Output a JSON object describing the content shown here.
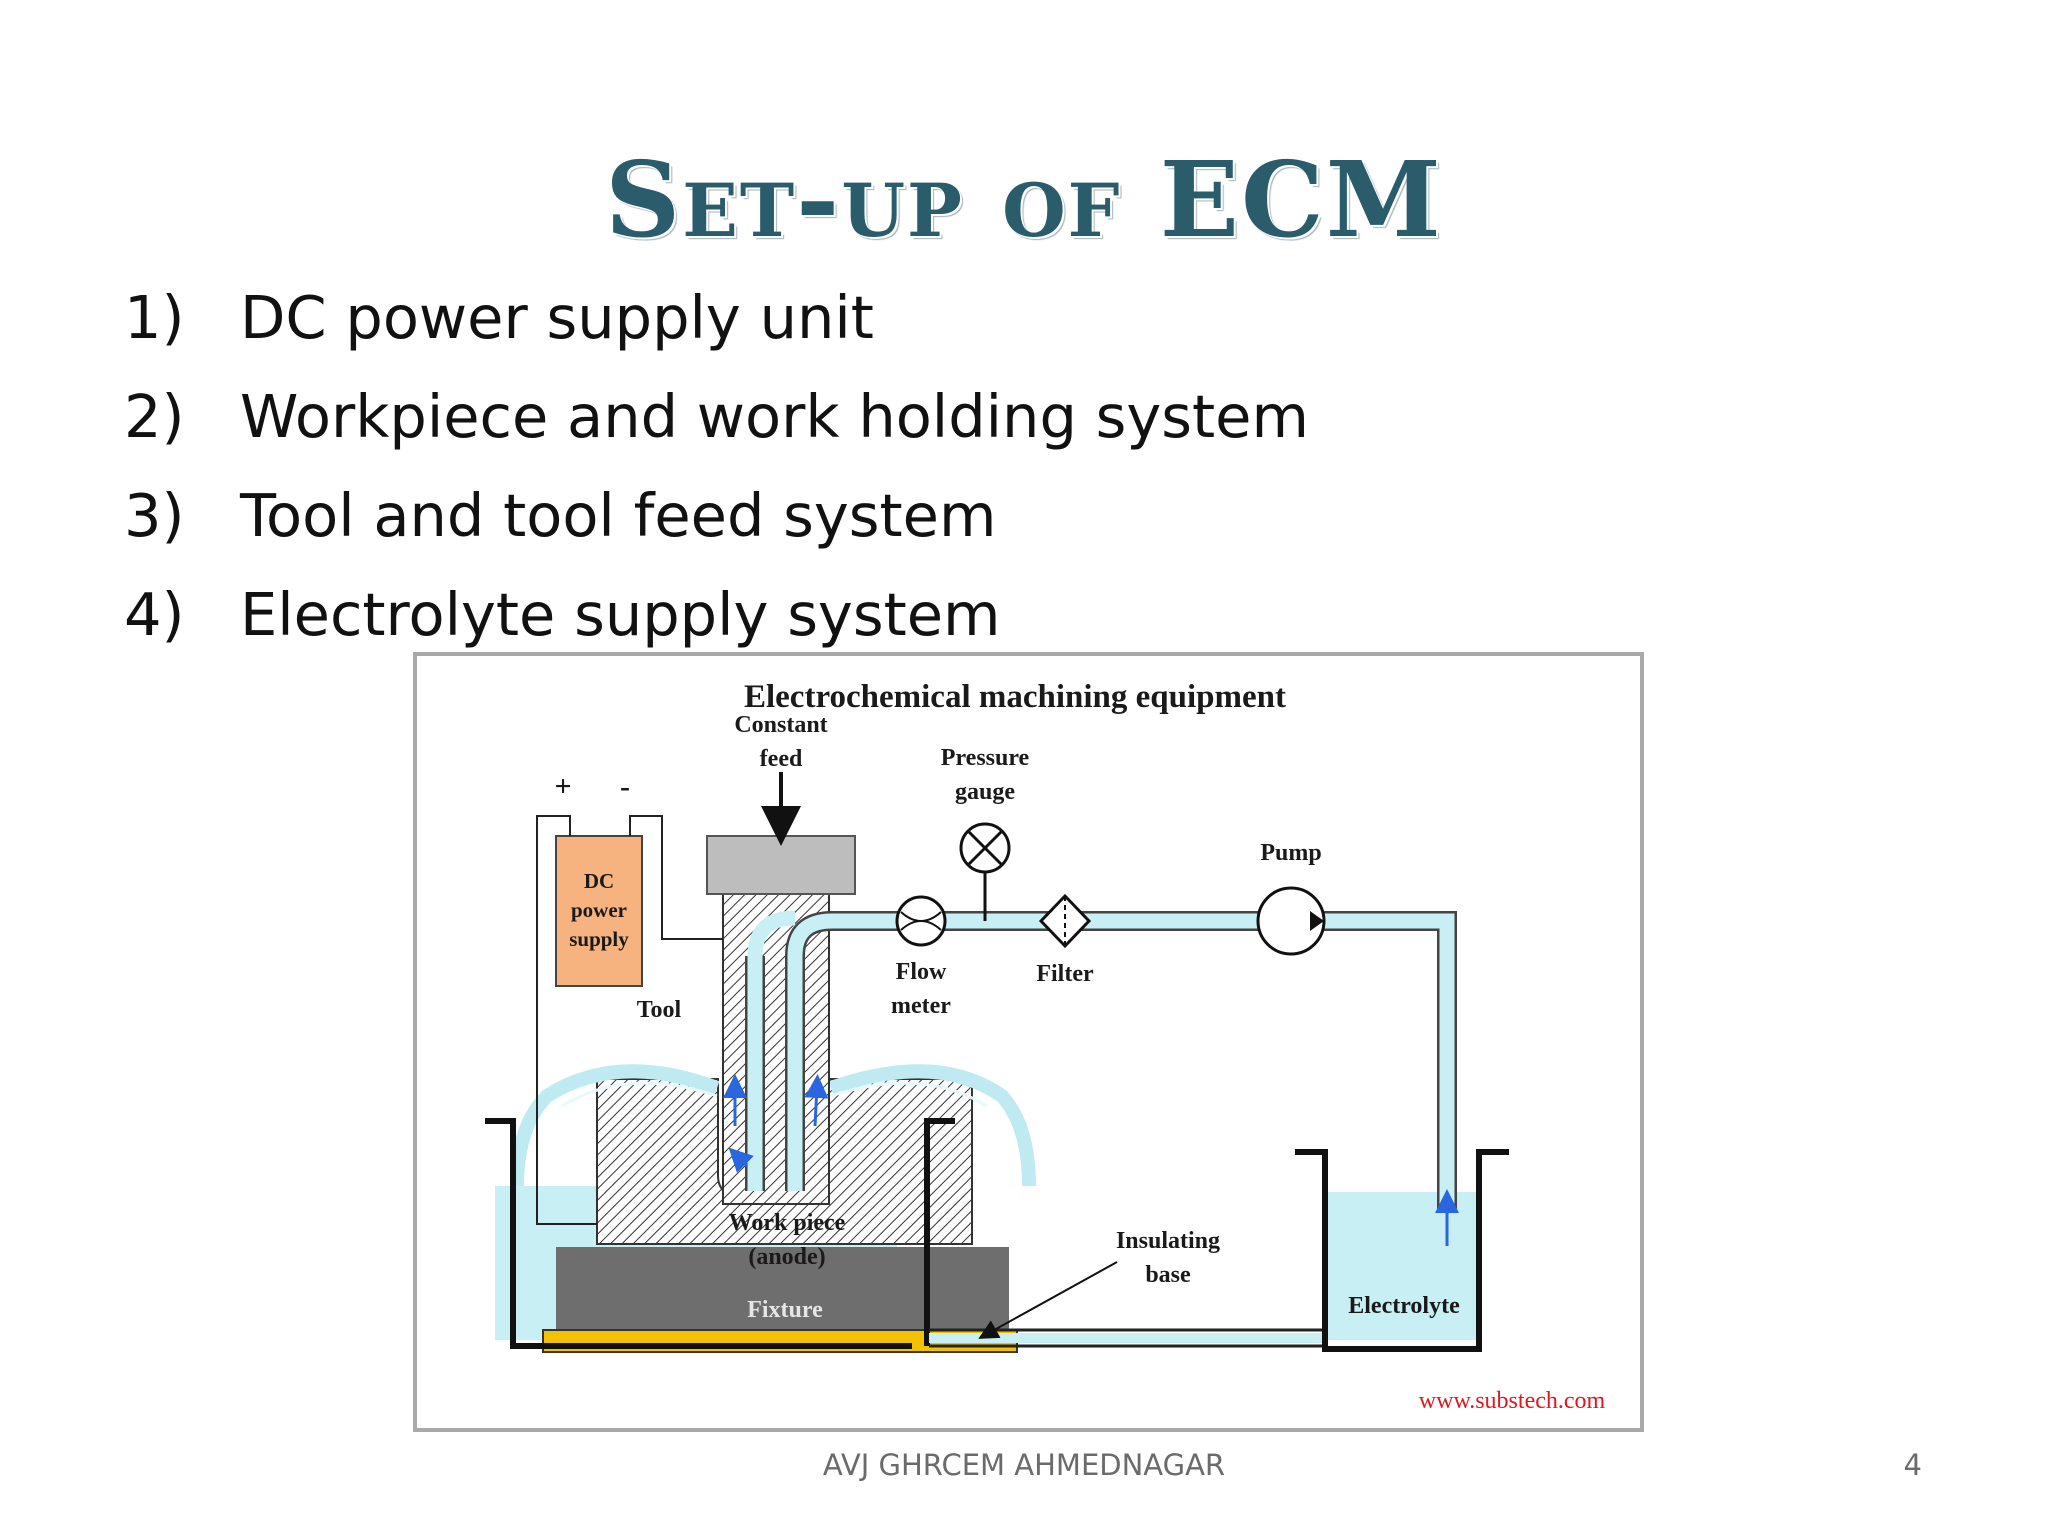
{
  "slide": {
    "title": "Set-up of ECM",
    "items": [
      {
        "num": "1)",
        "text": "DC power supply unit"
      },
      {
        "num": "2)",
        "text": "Workpiece and work holding system"
      },
      {
        "num": "3)",
        "text": "Tool and tool feed system"
      },
      {
        "num": "4)",
        "text": "Electrolyte supply system"
      }
    ],
    "footer": "AVJ GHRCEM AHMEDNAGAR",
    "page_number": "4"
  },
  "figure": {
    "title": "Electrochemical  machining equipment",
    "plus": "+",
    "minus": "-",
    "dc_power_supply": [
      "DC",
      "power",
      "supply"
    ],
    "constant_feed": [
      "Constant",
      "feed"
    ],
    "pressure_gauge": [
      "Pressure",
      "gauge"
    ],
    "pump": "Pump",
    "flow_meter": [
      "Flow",
      "meter"
    ],
    "filter": "Filter",
    "tool": "Tool",
    "work_piece": [
      "Work piece",
      "(anode)"
    ],
    "fixture": "Fixture",
    "insulating_base": [
      "Insulating",
      "base"
    ],
    "electrolyte": "Electrolyte",
    "source": "www.substech.com",
    "colors": {
      "electrolyte": "#c8f0f4",
      "power_supply": "#f6b37f",
      "fixture": "#6e6e6e",
      "insulating_base": "#f2c200",
      "flow_arrow": "#2a66e0",
      "source_text": "#e0161f"
    }
  }
}
